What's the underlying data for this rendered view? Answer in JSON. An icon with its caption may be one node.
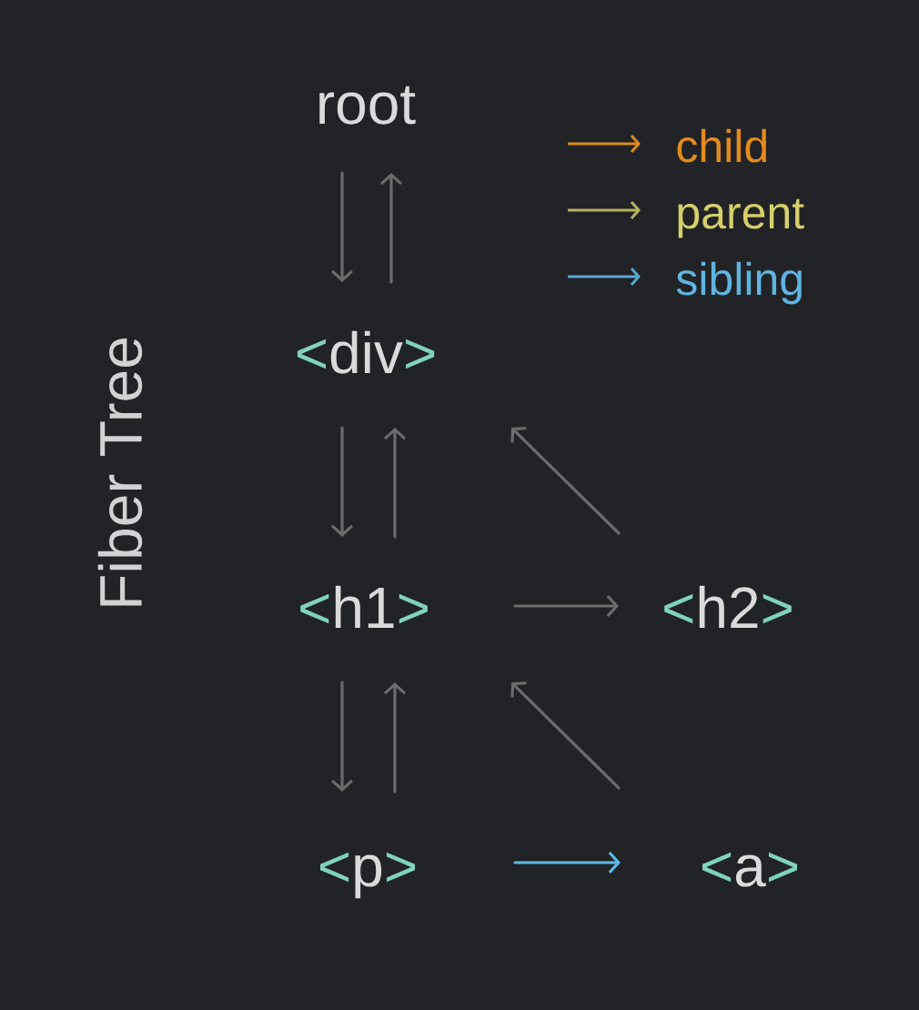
{
  "diagram": {
    "title": "Fiber Tree",
    "nodes": [
      {
        "text": [
          "root"
        ]
      },
      {
        "text": [
          "<div>"
        ]
      },
      {
        "text": [
          "<h1>"
        ]
      },
      {
        "text": [
          "<h2>"
        ]
      },
      {
        "text": [
          "<p>"
        ]
      },
      {
        "text": [
          "<a>"
        ]
      }
    ],
    "edges": [
      {
        "from": 0,
        "to": 1,
        "arrow": "to"
      },
      {
        "from": 1,
        "to": 0,
        "arrow": "to"
      },
      {
        "from": 1,
        "to": 2,
        "arrow": "to"
      },
      {
        "from": 2,
        "to": 1,
        "arrow": "to"
      },
      {
        "from": 2,
        "to": 3,
        "arrow": "to"
      },
      {
        "from": 3,
        "to": 1,
        "arrow": "to"
      },
      {
        "from": 2,
        "to": 4,
        "arrow": "to"
      },
      {
        "from": 4,
        "to": 2,
        "arrow": "to"
      },
      {
        "from": 4,
        "to": 5,
        "arrow": "to",
        "color": "#5bbbe6"
      },
      {
        "from": 5,
        "to": 2,
        "arrow": "to"
      }
    ],
    "legend": [
      {
        "text": "child"
      },
      {
        "text": "parent"
      },
      {
        "text": "sibling"
      }
    ]
  }
}
